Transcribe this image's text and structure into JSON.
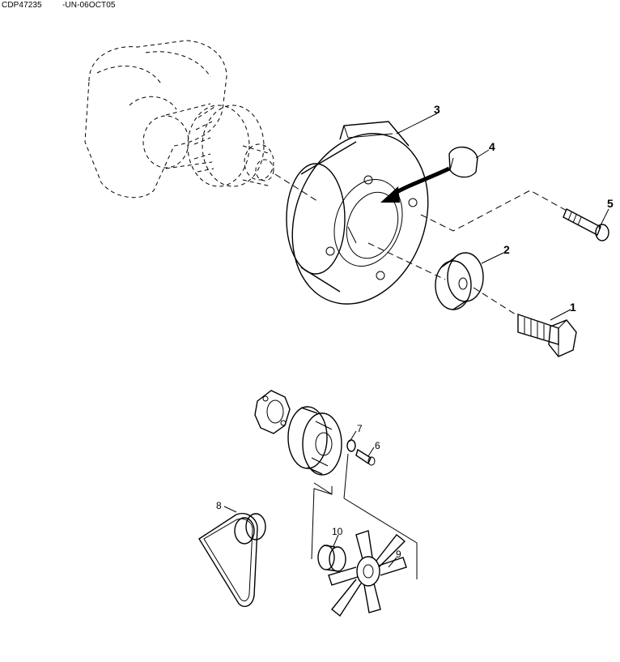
{
  "header": {
    "code": "CDP47235",
    "date": "-UN-06OCT05"
  },
  "callouts": {
    "c1": "1",
    "c2": "2",
    "c3": "3",
    "c4": "4",
    "c5": "5",
    "c6": "6",
    "c7": "7",
    "c8": "8",
    "c9": "9",
    "c10": "10"
  }
}
